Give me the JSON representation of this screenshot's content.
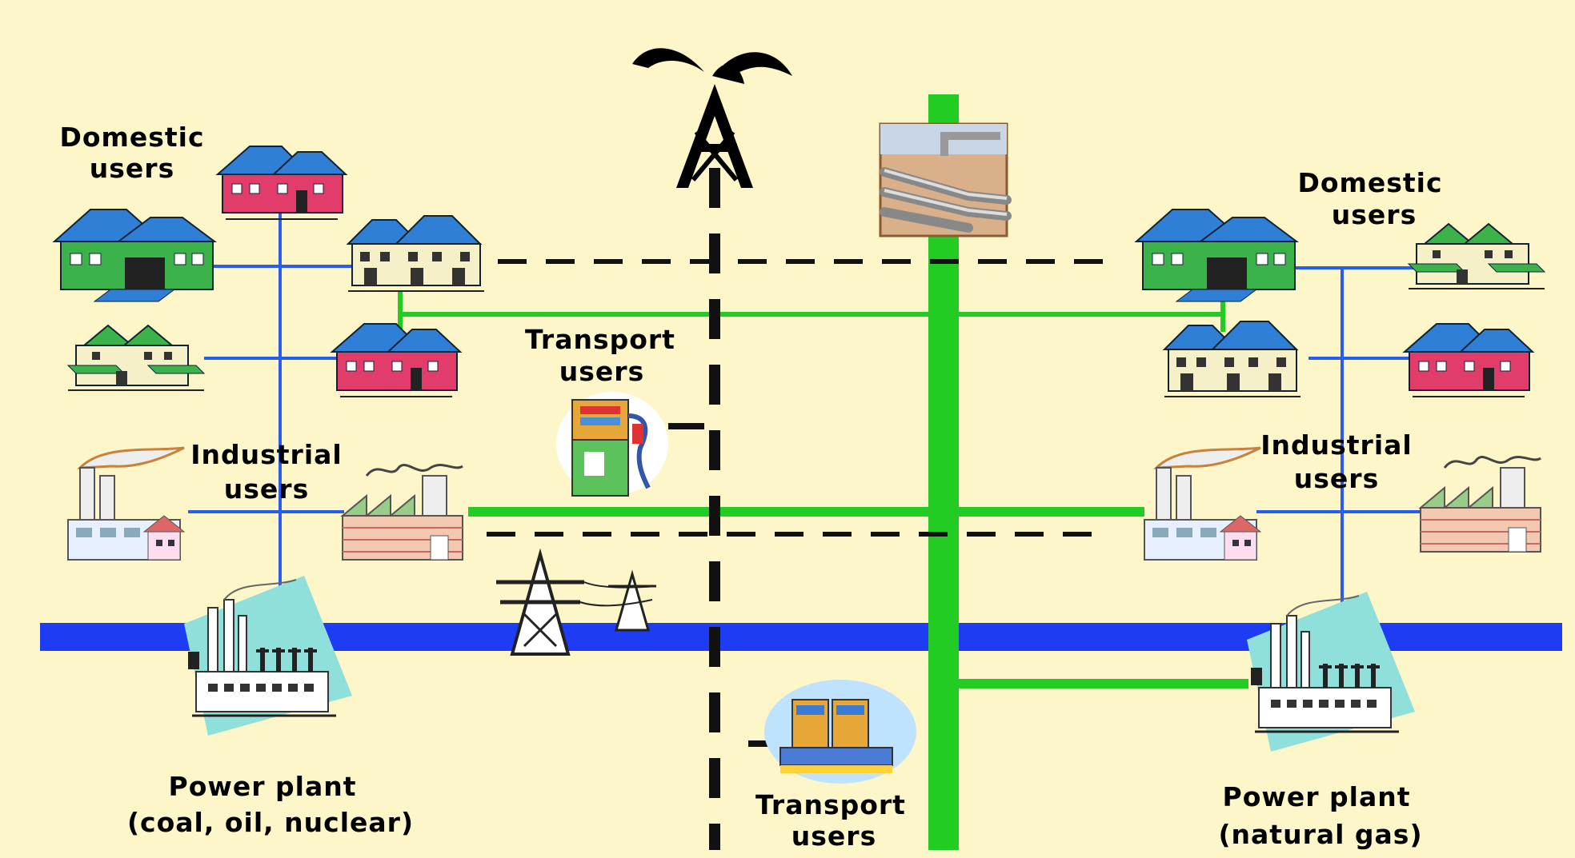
{
  "labels": {
    "domestic_left": [
      "Domestic",
      "users"
    ],
    "domestic_right": [
      "Domestic",
      "users"
    ],
    "transport_mid": [
      "Transport",
      "users"
    ],
    "transport_bottom": [
      "Transport",
      "users"
    ],
    "industrial_left": [
      "Industrial",
      "users"
    ],
    "industrial_right": [
      "Industrial",
      "users"
    ],
    "power_left": [
      "Power plant",
      "(coal, oil, nuclear)"
    ],
    "power_right": [
      "Power plant",
      "(natural gas)"
    ]
  },
  "legend_colors": {
    "electricity_grid": "#1f3cf5",
    "electricity_distribution": "#2a5cf0",
    "gas_pipeline": "#22cc22",
    "oil_line": "#111111",
    "background": "#fdf6c9"
  },
  "icons": {
    "oil_well": "oil-derrick-icon",
    "pipeline_photo": "pipeline-icon",
    "fuel_pump": "fuel-pump-icon",
    "pylons": "power-pylon-icon",
    "house": "house-icon",
    "factory": "factory-icon",
    "power_plant": "power-plant-icon"
  }
}
